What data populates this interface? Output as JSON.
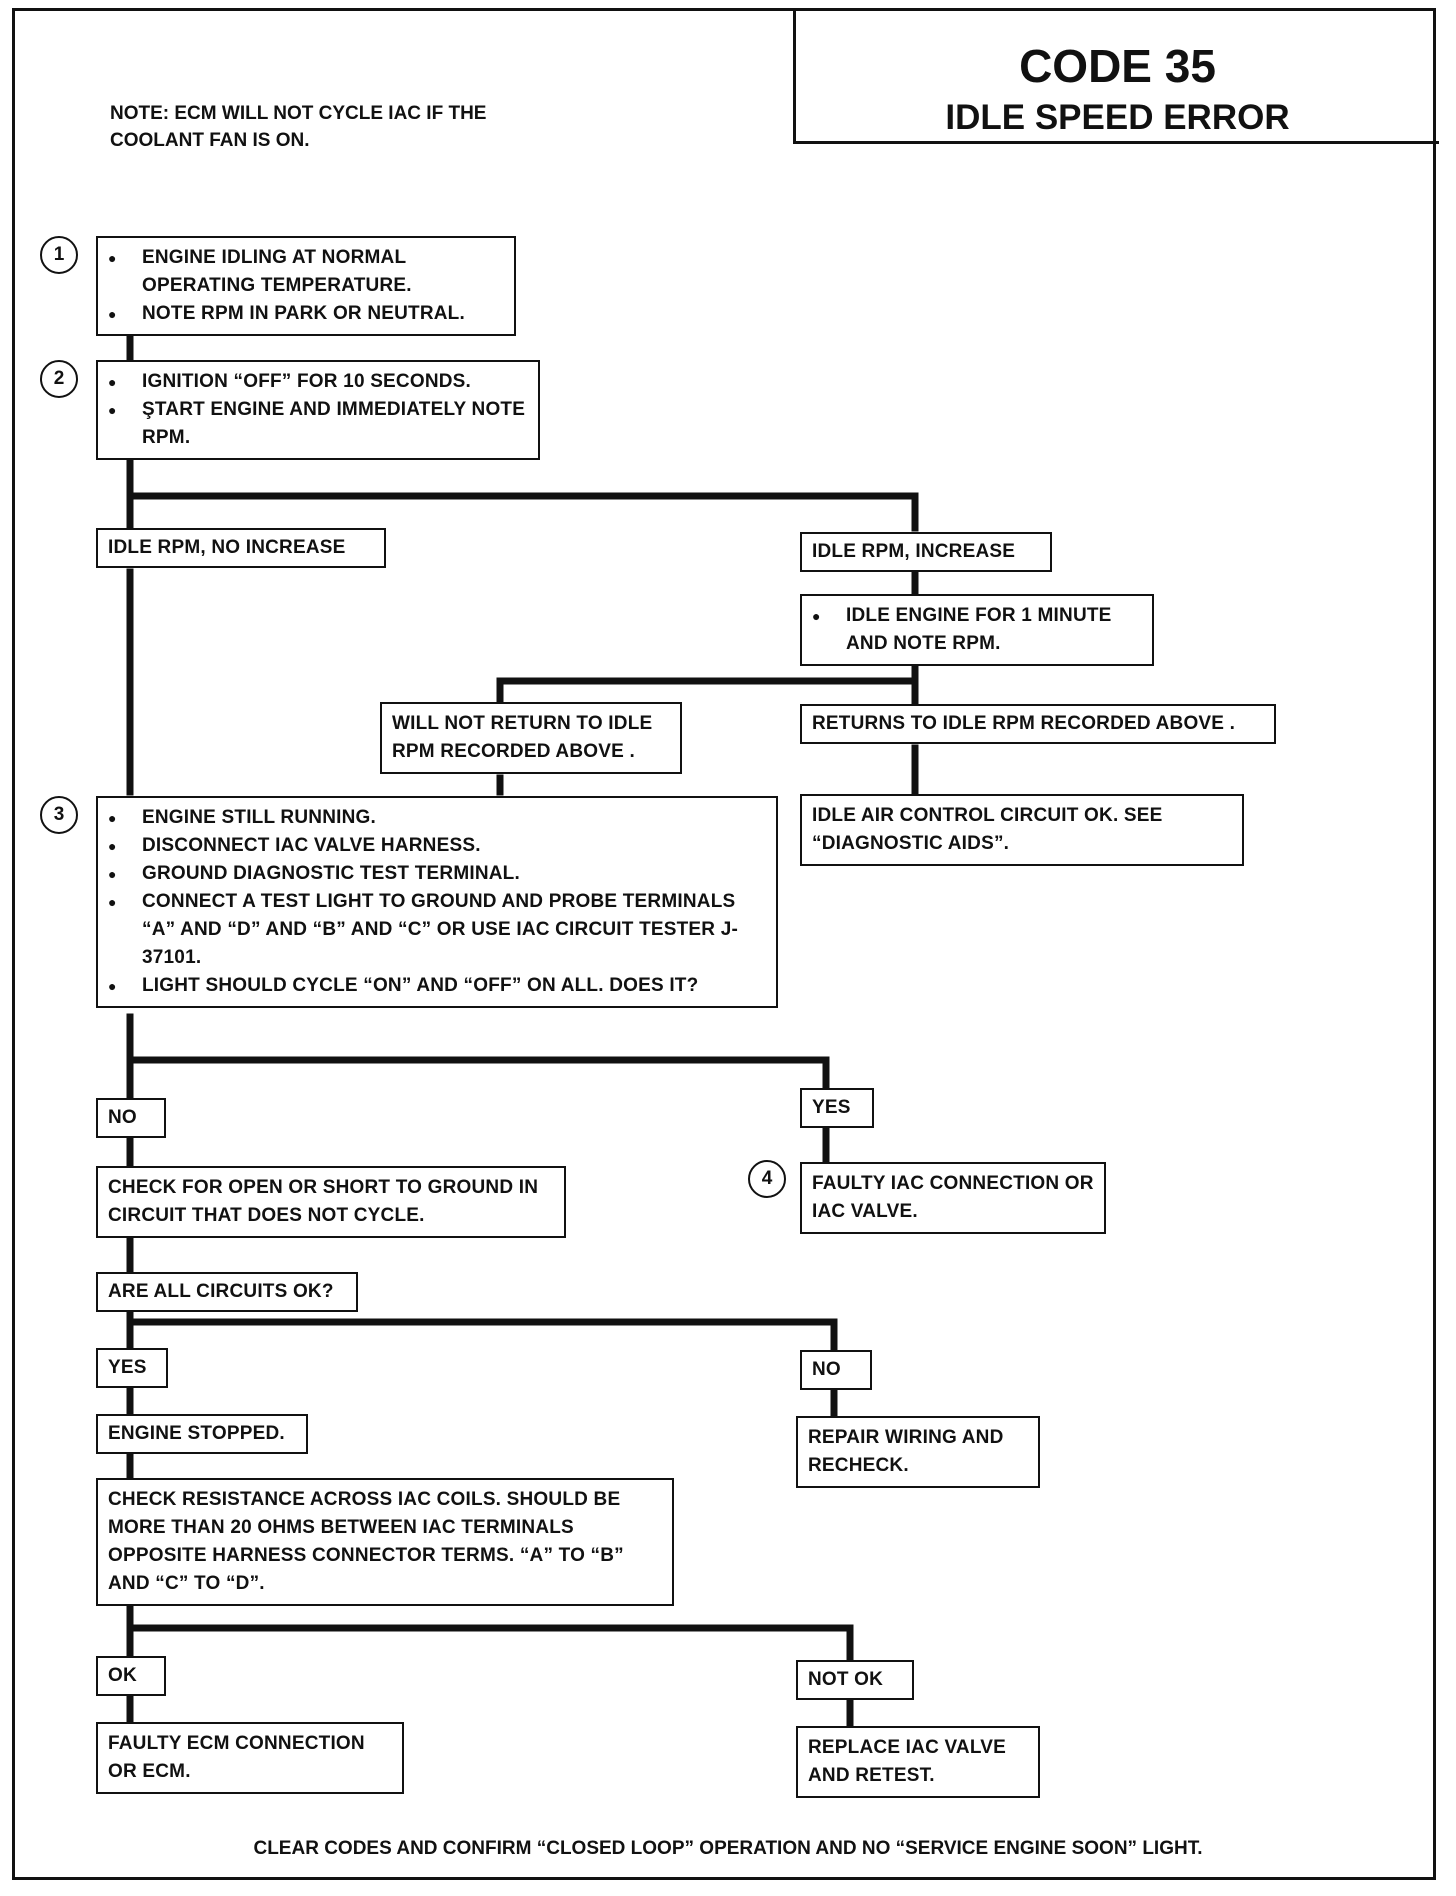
{
  "header": {
    "note": "NOTE:  ECM WILL NOT CYCLE IAC IF THE COOLANT FAN IS ON.",
    "code": "CODE 35",
    "title": "IDLE SPEED ERROR"
  },
  "steps": {
    "s1": {
      "num": "1",
      "items": [
        "ENGINE IDLING AT NORMAL OPERATING TEMPERATURE.",
        "NOTE RPM IN PARK OR  NEUTRAL."
      ]
    },
    "s2": {
      "num": "2",
      "items": [
        "IGNITION “OFF”  FOR 10 SECONDS.",
        "ŞTART ENGINE  AND IMMEDIATELY NOTE RPM."
      ]
    },
    "s3": {
      "num": "3",
      "items": [
        "ENGINE STILL RUNNING.",
        "DISCONNECT IAC VALVE HARNESS.",
        "GROUND DIAGNOSTIC TEST TERMINAL.",
        "CONNECT A TEST LIGHT TO GROUND AND PROBE TERMINALS “A” AND “D” AND “B” AND “C” OR USE IAC CIRCUIT TESTER J-37101.",
        "LIGHT SHOULD CYCLE “ON” AND “OFF” ON ALL.  DOES IT?"
      ]
    },
    "s4": {
      "num": "4",
      "text": "FAULTY IAC CONNECTION OR  IAC  VALVE."
    }
  },
  "nodes": {
    "idle_no_increase": "IDLE RPM, NO INCREASE",
    "idle_increase": "IDLE RPM, INCREASE",
    "idle_1min": "IDLE ENGINE FOR 1 MINUTE AND NOTE RPM.",
    "will_not_return": "WILL NOT RETURN TO IDLE RPM RECORDED  ABOVE .",
    "returns": "RETURNS TO IDLE RPM RECORDED ABOVE .",
    "iac_ok": "IDLE AIR CONTROL CIRCUIT OK. SEE “DIAGNOSTIC AIDS”.",
    "no1": "NO",
    "yes1": "YES",
    "check_open": "CHECK FOR OPEN OR SHORT TO GROUND IN CIRCUIT THAT DOES NOT CYCLE.",
    "all_ok": "ARE ALL CIRCUITS OK?",
    "yes2": "YES",
    "no2": "NO",
    "engine_stopped": "ENGINE STOPPED.",
    "repair": "REPAIR WIRING AND RECHECK.",
    "check_resistance": "CHECK RESISTANCE ACROSS IAC COILS.  SHOULD BE MORE THAN 20 OHMS BETWEEN IAC TERMINALS OPPOSITE HARNESS CONNECTOR TERMS. “A” TO “B” AND “C” TO “D”.",
    "ok": "OK",
    "not_ok": "NOT OK",
    "faulty_ecm": "FAULTY ECM CONNECTION OR ECM.",
    "replace_iac": "REPLACE IAC VALVE AND RETEST."
  },
  "footer": "CLEAR CODES AND CONFIRM  “CLOSED LOOP” OPERATION AND NO “SERVICE ENGINE SOON” LIGHT."
}
